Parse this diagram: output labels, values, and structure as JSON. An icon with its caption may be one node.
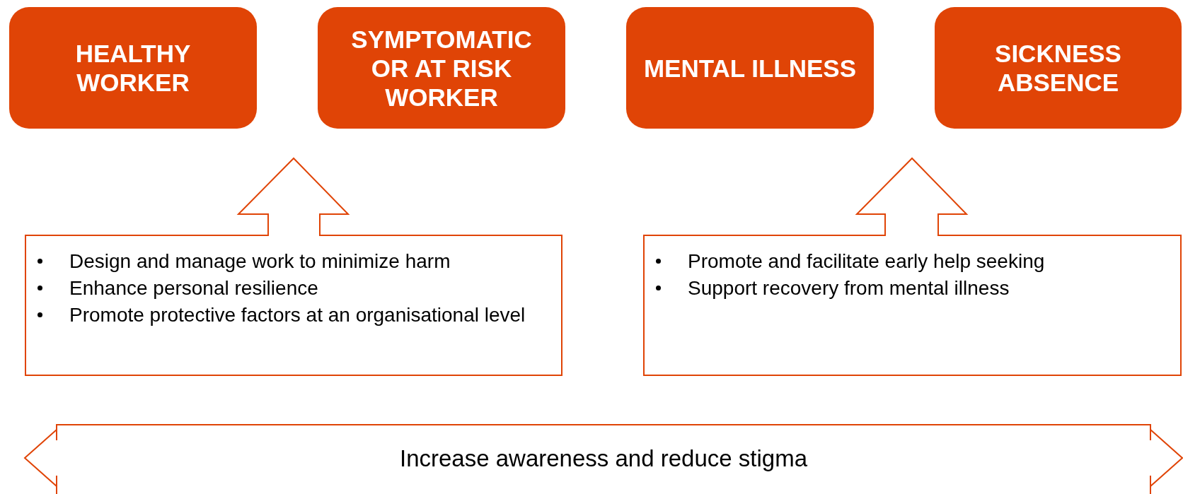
{
  "diagram": {
    "nodes": [
      {
        "text": [
          "HEALTHY WORKER"
        ]
      },
      {
        "text": [
          "SYMPTOMATIC OR AT RISK WORKER"
        ]
      },
      {
        "text": [
          "MENTAL ILLNESS"
        ]
      },
      {
        "text": [
          "SICKNESS ABSENCE"
        ]
      },
      {
        "text": [
          "Design and manage work to minimize harm",
          "Enhance personal resilience",
          "Promote protective factors at an organisational level"
        ]
      },
      {
        "text": [
          "Promote and facilitate early help seeking",
          "Support recovery from mental illness"
        ]
      },
      {
        "text": [
          "Increase awareness and reduce stigma"
        ]
      }
    ]
  }
}
